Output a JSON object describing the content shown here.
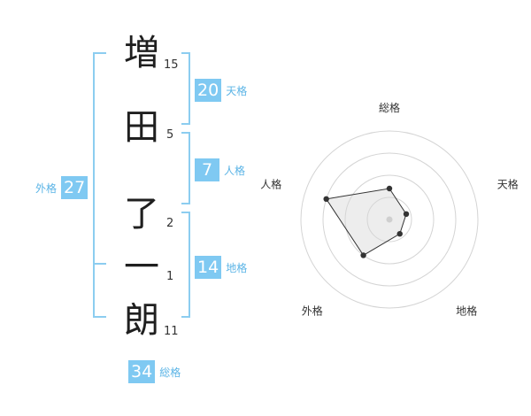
{
  "characters": [
    {
      "char": "増",
      "strokes": "15"
    },
    {
      "char": "田",
      "strokes": "5"
    },
    {
      "char": "了",
      "strokes": "2"
    },
    {
      "char": "一",
      "strokes": "1"
    },
    {
      "char": "朗",
      "strokes": "11"
    }
  ],
  "grades": {
    "tenkaku": {
      "value": "20",
      "label": "天格"
    },
    "jinkaku": {
      "value": "7",
      "label": "人格"
    },
    "chikaku": {
      "value": "14",
      "label": "地格"
    },
    "gaikaku": {
      "value": "27",
      "label": "外格"
    },
    "soukaku": {
      "value": "34",
      "label": "総格"
    }
  },
  "colors": {
    "accent": "#7fc9f2",
    "accent_text": "#5bb4e6",
    "bracket": "#8ccdf0"
  },
  "chart_data": {
    "type": "radar",
    "axes": [
      "総格",
      "天格",
      "地格",
      "外格",
      "人格"
    ],
    "values": [
      0.35,
      0.2,
      0.2,
      0.5,
      0.75
    ],
    "rings": 4,
    "range": [
      0,
      1
    ]
  }
}
